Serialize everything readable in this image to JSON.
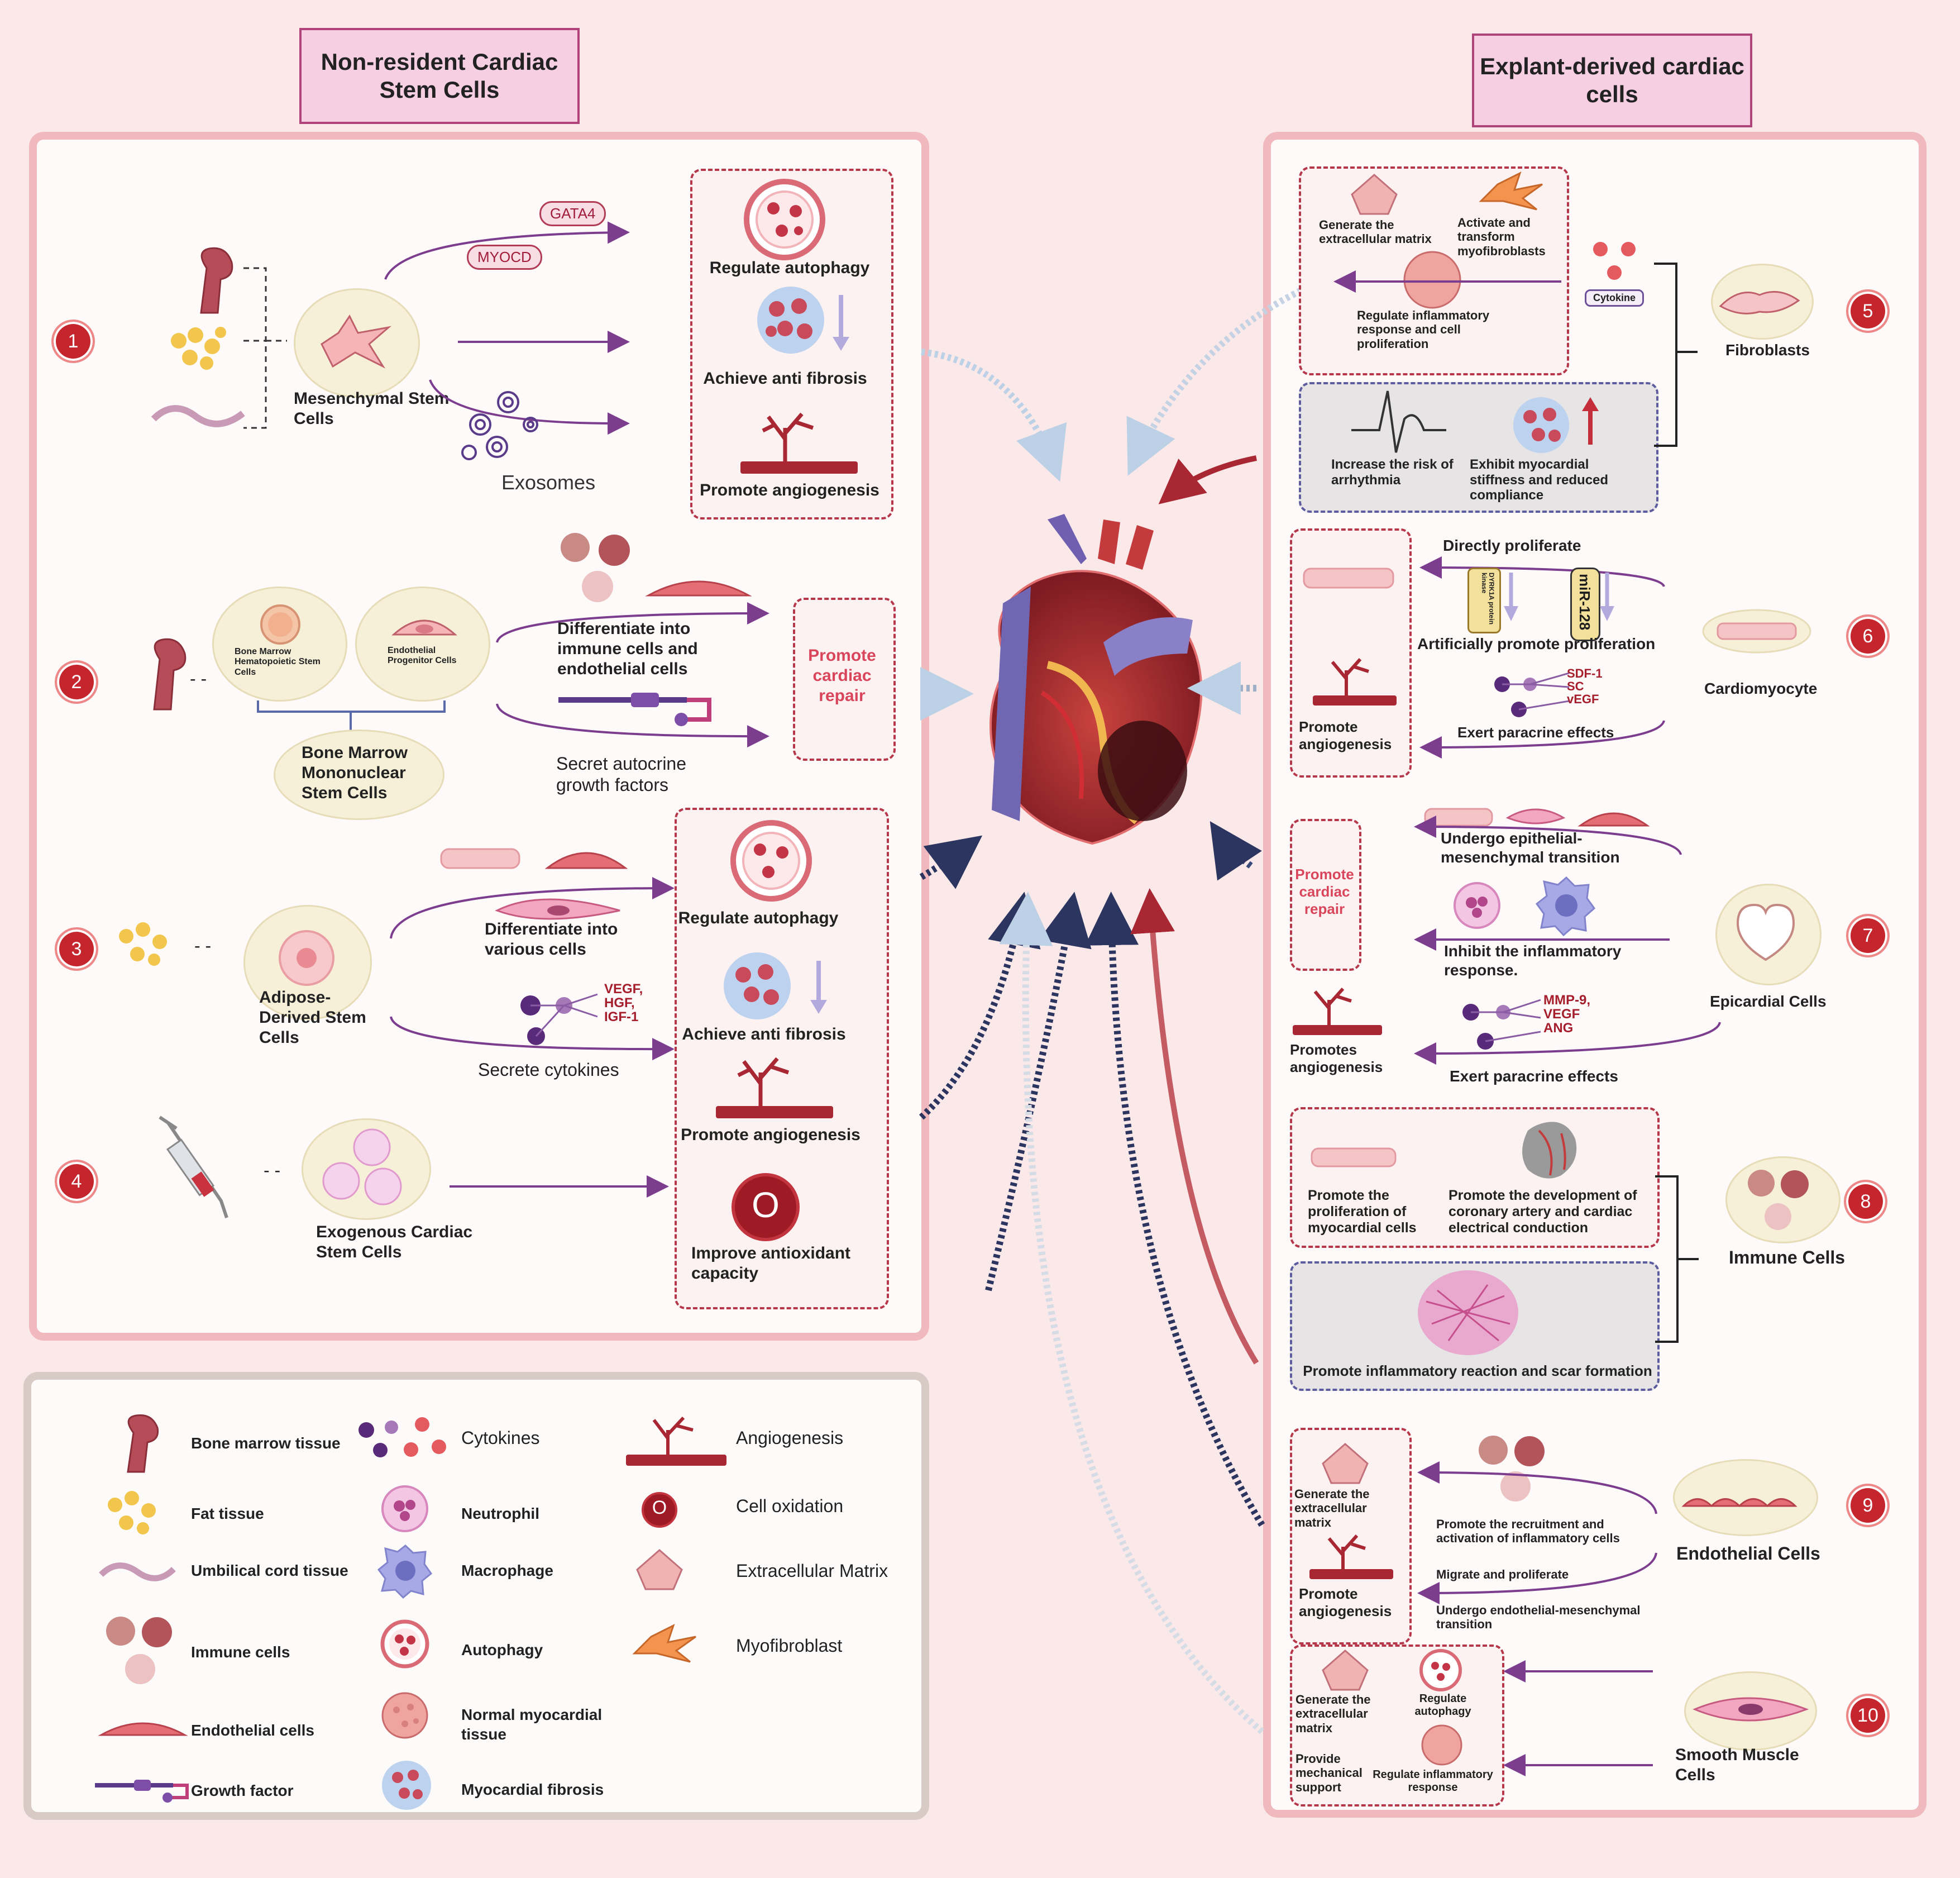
{
  "titles": {
    "left": "Non-resident Cardiac Stem Cells",
    "right": "Explant-derived cardiac cells"
  },
  "left": {
    "row1": {
      "number": "1",
      "cell_label": "Mesenchymal Stem Cells",
      "gene1": "GATA4",
      "gene2": "MYOCD",
      "exosomes": "Exosomes",
      "effects": [
        "Regulate autophagy",
        "Achieve anti fibrosis",
        "Promote angiogenesis"
      ]
    },
    "row2": {
      "number": "2",
      "cell_a": "Bone Marrow Hematopoietic Stem Cells",
      "cell_b": "Endothelial Progenitor Cells",
      "parent": "Bone Marrow Mononuclear Stem Cells",
      "path1": "Differentiate into immune cells and endothelial cells",
      "path2": "Secret autocrine growth factors",
      "effect": "Promote cardiac repair"
    },
    "row3": {
      "number": "3",
      "cell_label": "Adipose-Derived Stem Cells",
      "path1": "Differentiate into various cells",
      "cytokines": "VEGF, HGF, IGF-1",
      "path2": "Secrete cytokines",
      "effects": [
        "Regulate autophagy",
        "Achieve anti fibrosis",
        "Promote angiogenesis",
        "Improve antioxidant capacity"
      ]
    },
    "row4": {
      "number": "4",
      "cell_label": "Exogenous Cardiac Stem Cells"
    }
  },
  "right": {
    "row5": {
      "number": "5",
      "cell_label": "Fibroblasts",
      "box1": [
        "Generate the extracellular matrix",
        "Activate and transform myofibroblasts",
        "Regulate inflammatory response and cell proliferation"
      ],
      "cytokine": "Cytokine",
      "box2": [
        "Increase the risk of arrhythmia",
        "Exhibit myocardial stiffness and reduced compliance"
      ]
    },
    "row6": {
      "number": "6",
      "cell_label": "Cardiomyocyte",
      "path1": "Directly proliferate",
      "enzyme": "DYRK1A protein kinase",
      "mirna": "miR-128",
      "path2": "Artificially promote proliferation",
      "factors": "SDF-1 SC vEGF",
      "path3": "Exert paracrine effects",
      "effect": "Promote angiogenesis"
    },
    "row7": {
      "number": "7",
      "cell_label": "Epicardial Cells",
      "repair": "Promote cardiac repair",
      "path1": "Undergo epithelial-mesenchymal transition",
      "path2": "Inhibit the inflammatory response.",
      "factors": "MMP-9, VEGF ANG",
      "path3": "Exert paracrine effects",
      "effect": "Promotes angiogenesis"
    },
    "row8": {
      "number": "8",
      "cell_label": "Immune Cells",
      "box1": [
        "Promote the proliferation of myocardial cells",
        "Promote the development of coronary artery and cardiac electrical conduction"
      ],
      "box2": "Promote inflammatory reaction and scar formation"
    },
    "row9": {
      "number": "9",
      "cell_label": "Endothelial Cells",
      "box": [
        "Generate the extracellular matrix",
        "Promote angiogenesis"
      ],
      "path1": "Promote the recruitment and activation of inflammatory cells",
      "path2": "Migrate and proliferate",
      "path3": "Undergo endothelial-mesenchymal transition"
    },
    "row10": {
      "number": "10",
      "cell_label": "Smooth Muscle Cells",
      "box": [
        "Generate the extracellular matrix",
        "Regulate autophagy",
        "Provide mechanical support",
        "Regulate inflammatory response"
      ]
    }
  },
  "legend": {
    "col1": [
      "Bone marrow tissue",
      "Fat tissue",
      "Umbilical cord tissue",
      "Immune cells",
      "Endothelial cells",
      "Growth factor"
    ],
    "col2": [
      "Cytokines",
      "Neutrophil",
      "Macrophage",
      "Autophagy",
      "Normal myocardial tissue",
      "Myocardial fibrosis"
    ],
    "col3": [
      "Angiogenesis",
      "Cell oxidation",
      "Extracellular Matrix",
      "Myofibroblast"
    ],
    "oxidation_symbol": "O"
  },
  "colors": {
    "accent_red": "#c5262d",
    "panel_border": "#f0b9bd",
    "title_fill": "#f6cfe3",
    "arrow_purple": "#7d3d8e",
    "arrow_navy": "#2b3560"
  }
}
